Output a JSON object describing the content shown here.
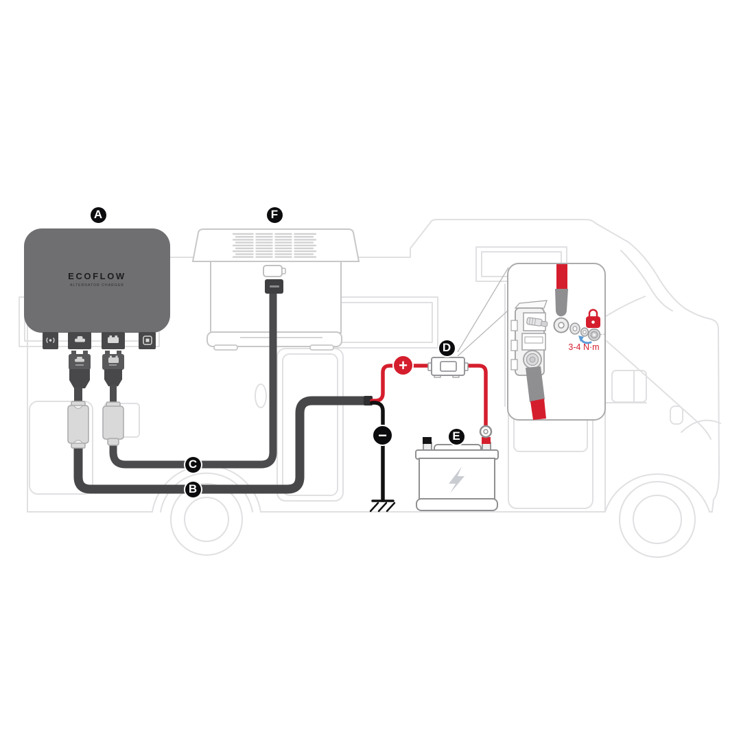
{
  "markers": {
    "charger": "A",
    "cable_battery": "B",
    "cable_station": "C",
    "fuse_holder": "D",
    "car_battery": "E",
    "power_station": "F"
  },
  "symbols": {
    "positive": "+",
    "negative": "−"
  },
  "charger": {
    "brand": "ECOFLOW",
    "sublabel": "ALTERNATOR CHARGER"
  },
  "inset": {
    "torque": "3-4 N·m"
  },
  "icons": [
    "signal-port-icon",
    "car-port-icon",
    "battery-port-icon",
    "box-port-icon",
    "battery-socket-icon",
    "lightning-bolt-icon",
    "lock-icon",
    "torque-arrow-icon",
    "plus-icon",
    "minus-icon",
    "ground-icon"
  ],
  "colors": {
    "accent_red": "#d51e2d",
    "cable_dark": "#48484a",
    "charger_gray": "#6f6f71",
    "arrow_blue": "#5b9bd5",
    "device_outline": "#c7c7c9",
    "rv_outline": "#e0e0e3",
    "marker_black": "#0c0c0e"
  }
}
